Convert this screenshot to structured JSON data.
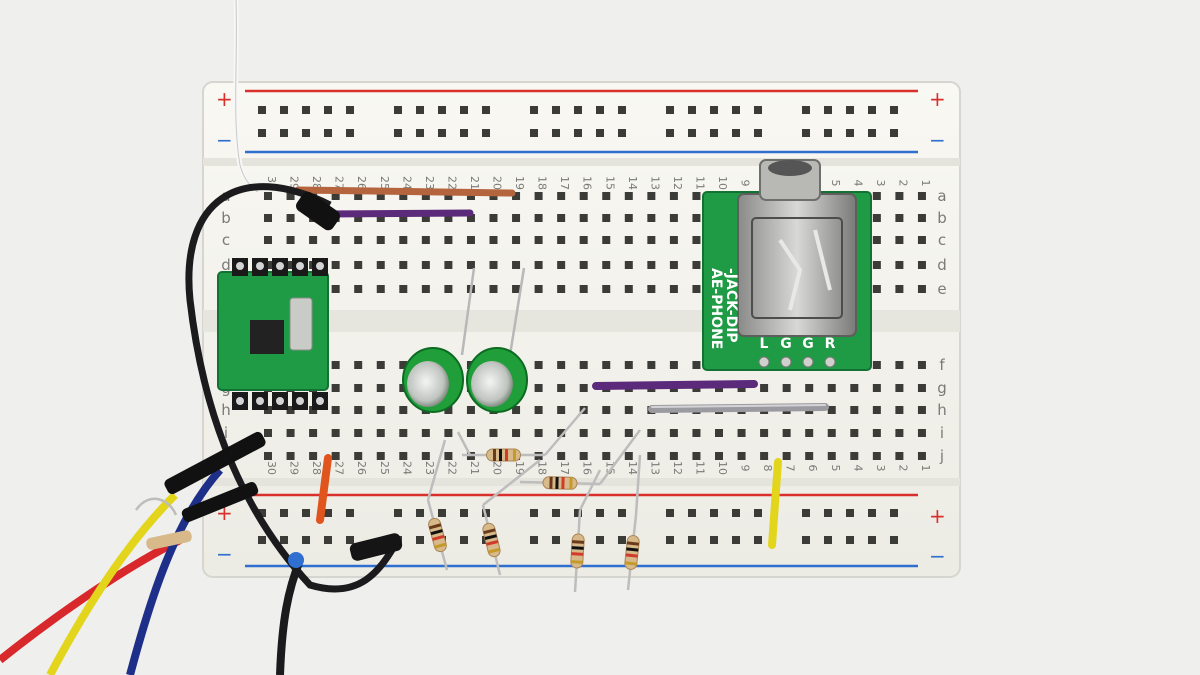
{
  "breadboard": {
    "rail_plus": "+",
    "rail_minus": "−",
    "columns": [
      "30",
      "29",
      "28",
      "27",
      "26",
      "25",
      "24",
      "23",
      "22",
      "21",
      "20",
      "19",
      "18",
      "17",
      "16",
      "15",
      "14",
      "13",
      "12",
      "11",
      "10",
      "9",
      "8",
      "7",
      "6",
      "5",
      "4",
      "3",
      "2",
      "1"
    ],
    "rows_top": [
      "a",
      "b",
      "c",
      "d",
      "e"
    ],
    "rows_bottom": [
      "f",
      "g",
      "h",
      "i",
      "j"
    ]
  },
  "jack_module": {
    "label_line1": "AE-PHONE",
    "label_line2": "-JACK-DIP",
    "pins": [
      "L",
      "G",
      "G",
      "R"
    ]
  },
  "colors": {
    "board": "#f6f5ef",
    "board_shade": "#e2e1da",
    "rail_red": "#d9302c",
    "rail_blue": "#2f6fd0",
    "pcb_green": "#1f9a45",
    "wire_brown": "#b4653e",
    "wire_purple": "#5b2a7a",
    "wire_yellow": "#e3d51c",
    "wire_orange": "#e0541e",
    "wire_black": "#1b1b1e",
    "wire_blue": "#1e2f8a",
    "wire_red": "#d8282c"
  }
}
